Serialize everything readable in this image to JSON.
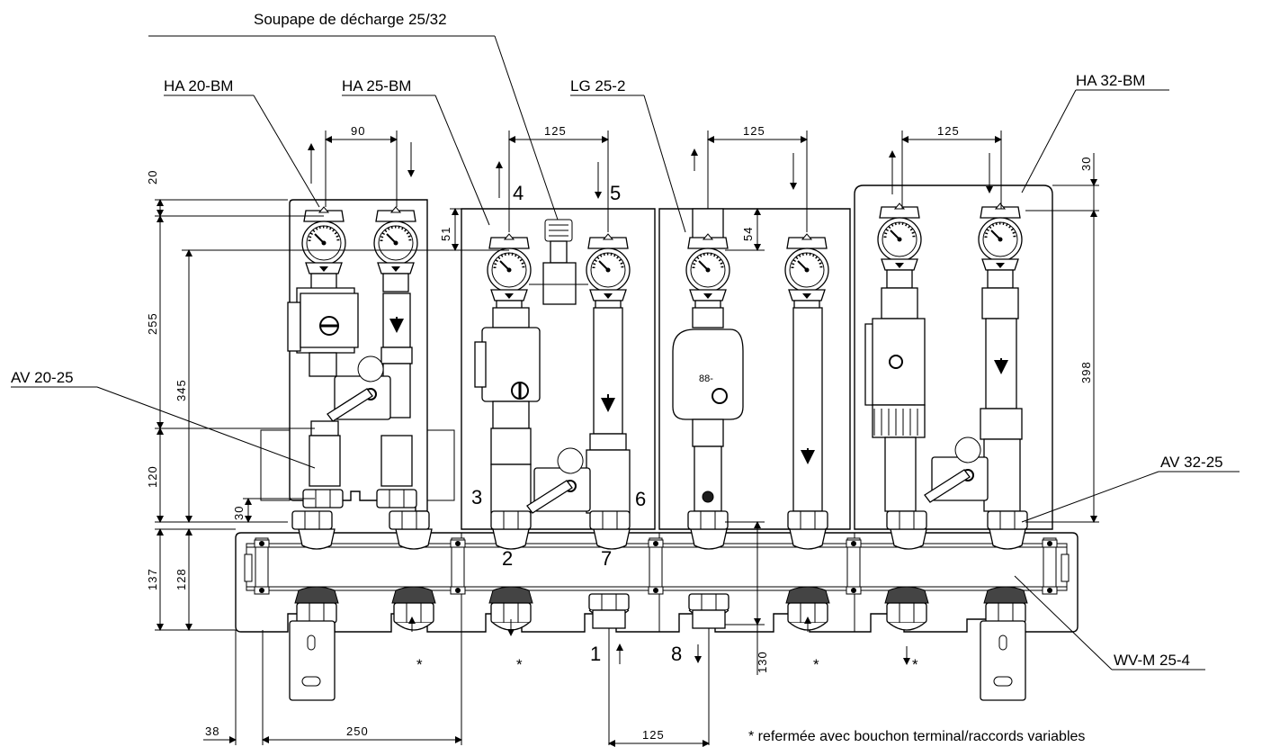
{
  "labels": {
    "relief_valve": "Soupape de décharge 25/32",
    "ha20": "HA 20-BM",
    "ha25": "HA 25-BM",
    "lg25": "LG 25-2",
    "ha32": "HA 32-BM",
    "av2025": "AV 20-25",
    "av3225": "AV 32-25",
    "wvm": "WV-M 25-4"
  },
  "port_numbers": {
    "n1": "1",
    "n2": "2",
    "n3": "3",
    "n4": "4",
    "n5": "5",
    "n6": "6",
    "n7": "7",
    "n8": "8"
  },
  "dimensions": {
    "d90": "90",
    "d125_a": "125",
    "d125_b": "125",
    "d125_c": "125",
    "d125_bottom": "125",
    "d20": "20",
    "d30_top": "30",
    "d51": "51",
    "d54": "54",
    "d255": "255",
    "d345": "345",
    "d120": "120",
    "d30_low": "30",
    "d398": "398",
    "d137": "137",
    "d128": "128",
    "d130": "130",
    "d38": "38",
    "d250": "250"
  },
  "markers": {
    "star": "*"
  },
  "footnote": "* refermée avec bouchon terminal/raccords variables",
  "gauge_text": {
    "display": "88-"
  }
}
